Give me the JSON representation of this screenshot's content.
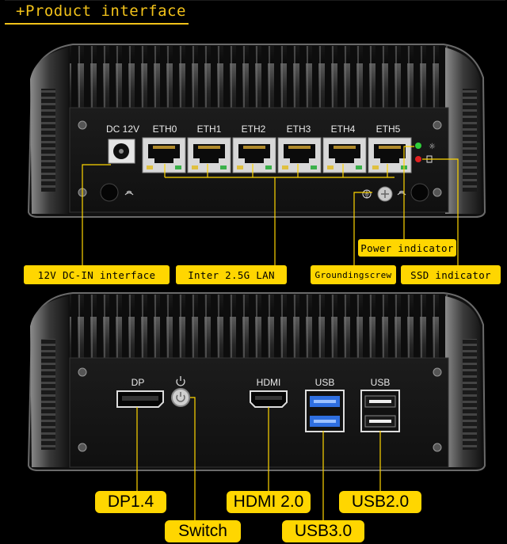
{
  "header": {
    "title": "+Product interface"
  },
  "top_panel": {
    "port_labels": [
      "DC 12V",
      "ETH0",
      "ETH1",
      "ETH2",
      "ETH3",
      "ETH4",
      "ETH5"
    ],
    "callouts": {
      "dc_in": "12V DC-IN interface",
      "lan": "Inter 2.5G LAN",
      "grounding": "Groundingscrew",
      "power": "Power indicator",
      "ssd": "SSD indicator"
    },
    "indicator_colors": {
      "power_led": "#2fcf3a",
      "ssd_led": "#e02020"
    }
  },
  "bottom_panel": {
    "port_labels": {
      "dp": "DP",
      "hdmi": "HDMI",
      "usb_left": "USB",
      "usb_right": "USB"
    },
    "callouts": {
      "dp": "DP1.4",
      "hdmi": "HDMI 2.0",
      "usb2": "USB2.0",
      "switch": "Switch",
      "usb3": "USB3.0"
    },
    "usb3_color": "#2f6fe0"
  },
  "colors": {
    "accent": "#ffd600",
    "header_accent": "#f2c21a",
    "background": "#000000"
  }
}
